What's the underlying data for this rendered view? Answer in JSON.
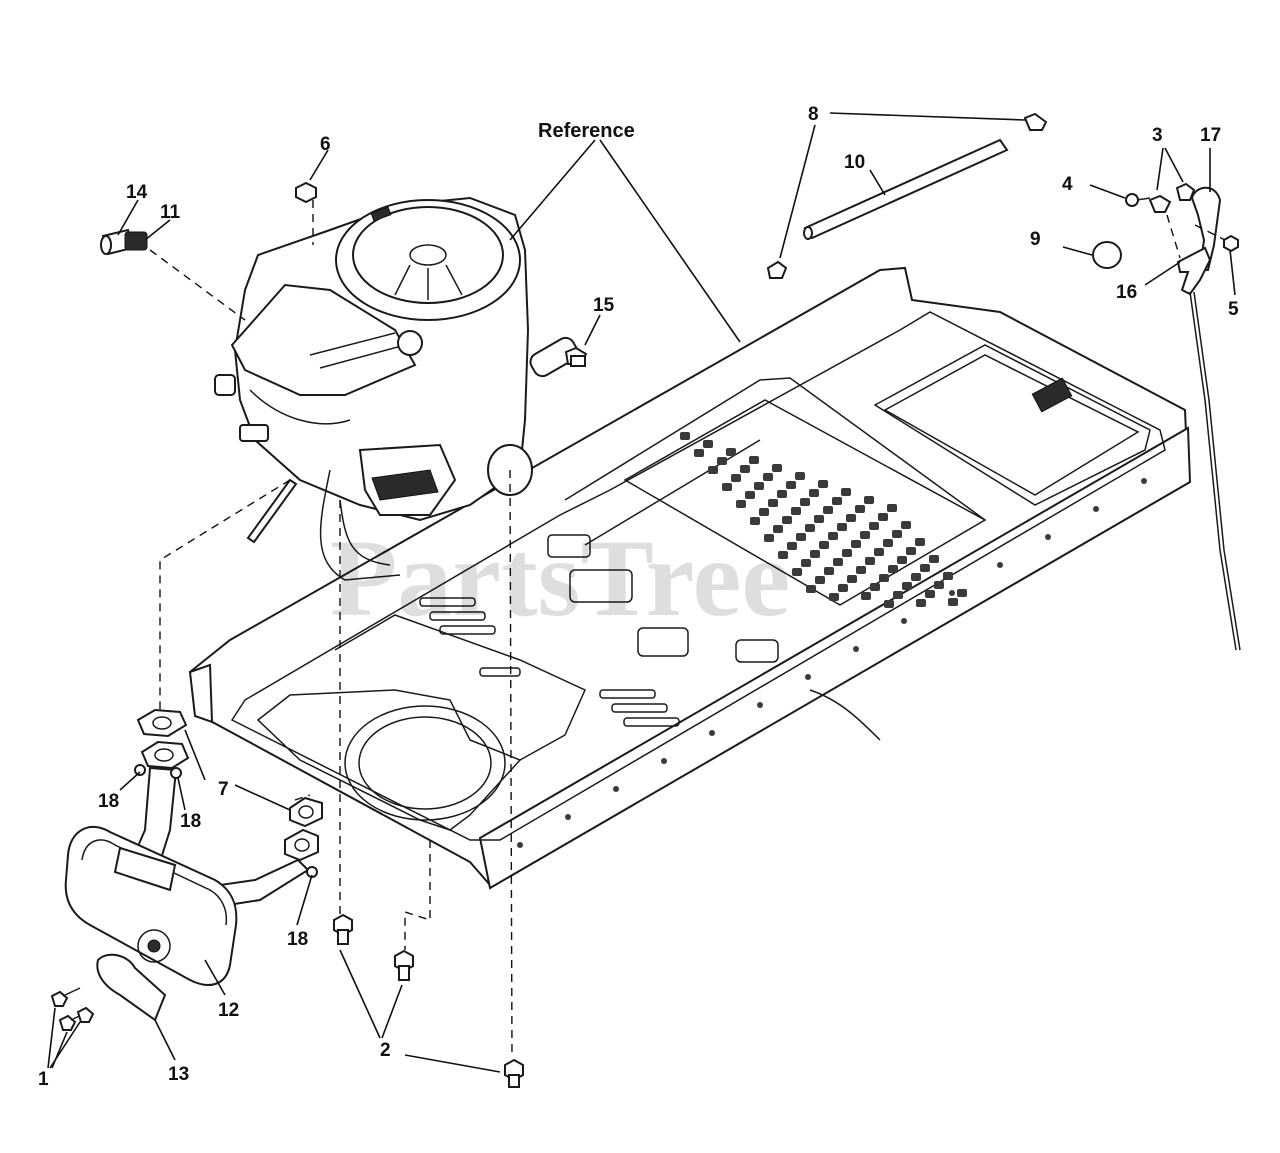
{
  "diagram": {
    "reference_label": "Reference",
    "watermark": "PartsTree",
    "callouts": {
      "c1": "1",
      "c2": "2",
      "c3": "3",
      "c4": "4",
      "c5": "5",
      "c6": "6",
      "c7": "7",
      "c8": "8",
      "c9": "9",
      "c10": "10",
      "c11": "11",
      "c12": "12",
      "c13": "13",
      "c14": "14",
      "c15": "15",
      "c16": "16",
      "c17": "17",
      "c18a": "18",
      "c18b": "18",
      "c18c": "18"
    }
  }
}
